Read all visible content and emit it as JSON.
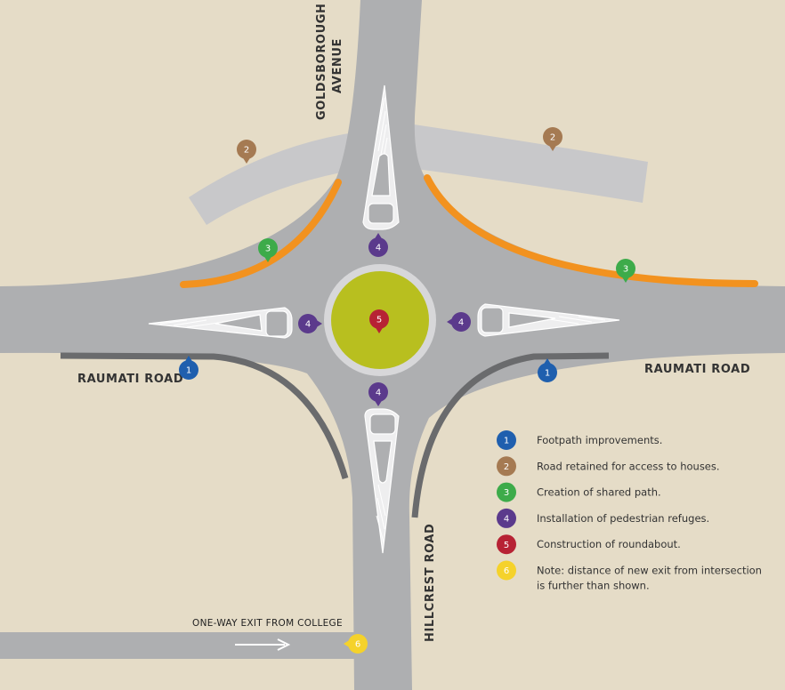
{
  "colors": {
    "ground": "#e5dcc7",
    "road": "#aeafb1",
    "old_road": "#c8c8ca",
    "kerb": "#6a6b6d",
    "shared_path": "#f2921f",
    "island_edge": "#d7d7d9",
    "island_center": "#b8bf1f",
    "refuge": "#eeeeef"
  },
  "roads": {
    "goldsborough_line1": "GOLDSBOROUGH",
    "goldsborough_line2": "AVENUE",
    "raumati_west": "RAUMATI ROAD",
    "raumati_east": "RAUMATI ROAD",
    "hillcrest": "HILLCREST ROAD",
    "one_way_exit": "ONE-WAY EXIT FROM COLLEGE"
  },
  "legend": [
    {
      "num": "1",
      "color": "#1f5fae",
      "text_lines": [
        "Footpath improvements."
      ]
    },
    {
      "num": "2",
      "color": "#a57a52",
      "text_lines": [
        "Road retained for access to houses."
      ]
    },
    {
      "num": "3",
      "color": "#3dab4a",
      "text_lines": [
        "Creation of shared path."
      ]
    },
    {
      "num": "4",
      "color": "#5b3a8c",
      "text_lines": [
        "Installation of pedestrian refuges."
      ]
    },
    {
      "num": "5",
      "color": "#b72234",
      "text_lines": [
        "Construction of roundabout."
      ]
    },
    {
      "num": "6",
      "color": "#f5d22b",
      "text_lines": [
        "Note: distance of new exit from intersection",
        "is further than shown."
      ]
    }
  ],
  "markers": [
    {
      "num": "2",
      "kind": "2"
    },
    {
      "num": "2",
      "kind": "2"
    },
    {
      "num": "3",
      "kind": "3"
    },
    {
      "num": "3",
      "kind": "3"
    },
    {
      "num": "4",
      "kind": "4"
    },
    {
      "num": "4",
      "kind": "4"
    },
    {
      "num": "4",
      "kind": "4"
    },
    {
      "num": "4",
      "kind": "4"
    },
    {
      "num": "5",
      "kind": "5"
    },
    {
      "num": "1",
      "kind": "1"
    },
    {
      "num": "1",
      "kind": "1"
    },
    {
      "num": "6",
      "kind": "6"
    }
  ]
}
